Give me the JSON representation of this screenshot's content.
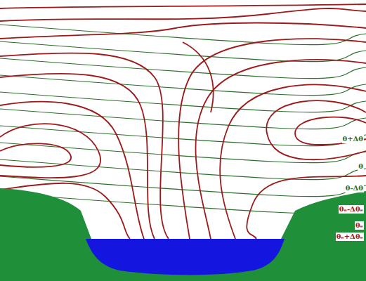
{
  "diagram": {
    "labels": [
      "θ+Δθ",
      "θ",
      "θ-Δθ",
      "θₑ-Δθₑ",
      "θₑ",
      "θₑ+Δθₑ"
    ]
  }
}
